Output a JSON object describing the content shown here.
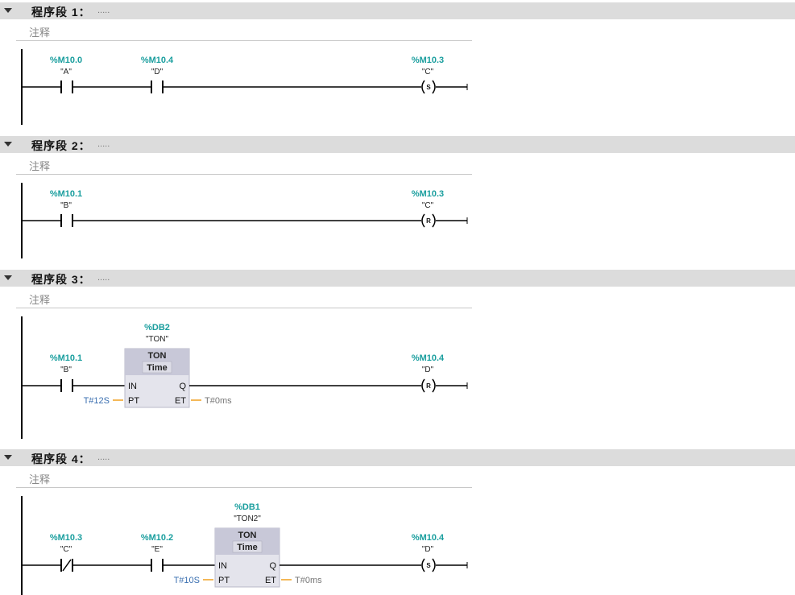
{
  "networks": [
    {
      "title": "程序段 1：",
      "dots": ".....",
      "comment": "注释",
      "c1_addr": "%M10.0",
      "c1_tag": "\"A\"",
      "c2_addr": "%M10.4",
      "c2_tag": "\"D\"",
      "coil_addr": "%M10.3",
      "coil_tag": "\"C\"",
      "coil_type": "S"
    },
    {
      "title": "程序段 2：",
      "dots": ".....",
      "comment": "注释",
      "c1_addr": "%M10.1",
      "c1_tag": "\"B\"",
      "coil_addr": "%M10.3",
      "coil_tag": "\"C\"",
      "coil_type": "R"
    },
    {
      "title": "程序段 3：",
      "dots": ".....",
      "comment": "注释",
      "c1_addr": "%M10.1",
      "c1_tag": "\"B\"",
      "db_addr": "%DB2",
      "db_tag": "\"TON\"",
      "block_type": "TON",
      "block_sub": "Time",
      "pin_in": "IN",
      "pin_pt": "PT",
      "pin_q": "Q",
      "pin_et": "ET",
      "pt_value": "T#12S",
      "et_value": "T#0ms",
      "coil_addr": "%M10.4",
      "coil_tag": "\"D\"",
      "coil_type": "R"
    },
    {
      "title": "程序段 4：",
      "dots": ".....",
      "comment": "注释",
      "c1_addr": "%M10.3",
      "c1_tag": "\"C\"",
      "c2_addr": "%M10.2",
      "c2_tag": "\"E\"",
      "db_addr": "%DB1",
      "db_tag": "\"TON2\"",
      "block_type": "TON",
      "block_sub": "Time",
      "pin_in": "IN",
      "pin_pt": "PT",
      "pin_q": "Q",
      "pin_et": "ET",
      "pt_value": "T#10S",
      "et_value": "T#0ms",
      "coil_addr": "%M10.4",
      "coil_tag": "\"D\"",
      "coil_type": "S"
    }
  ]
}
